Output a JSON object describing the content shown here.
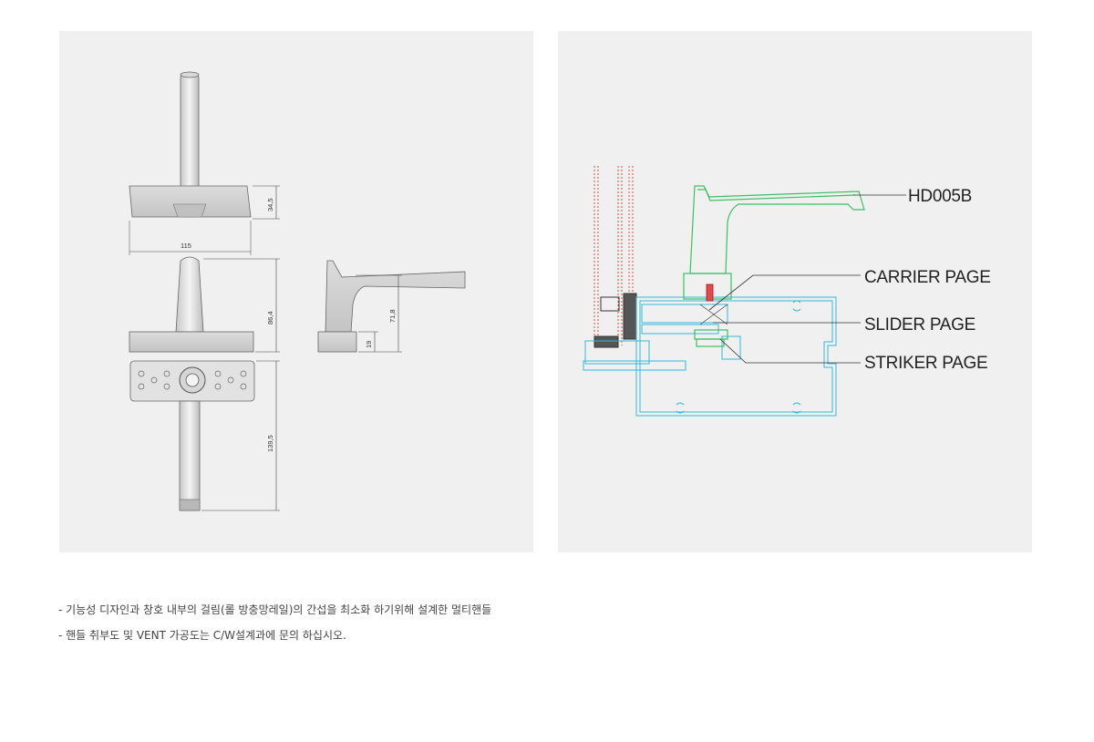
{
  "drawing_left": {
    "dimensions": {
      "width_top": "115",
      "height_top": "34,5",
      "height_front": "86,4",
      "height_side_total": "71,8",
      "height_side_base": "19",
      "height_handle": "139,5"
    }
  },
  "drawing_right": {
    "labels": {
      "handle": "HD005B",
      "carrier": "CARRIER PAGE",
      "slider": "SLIDER PAGE",
      "striker": "STRIKER PAGE"
    },
    "colors": {
      "handle_outline": "#3cbf63",
      "frame_outline": "#35b6d8",
      "sash_outline": "#e04a4a",
      "leader": "#333333"
    }
  },
  "notes": [
    "- 기능성 디자인과 창호 내부의 걸림(롤 방충망레일)의 간섭을 최소화 하기위해 설계한 멀티핸들",
    "- 핸들 취부도 및 VENT 가공도는 C/W설계과에 문의 하십시오."
  ]
}
